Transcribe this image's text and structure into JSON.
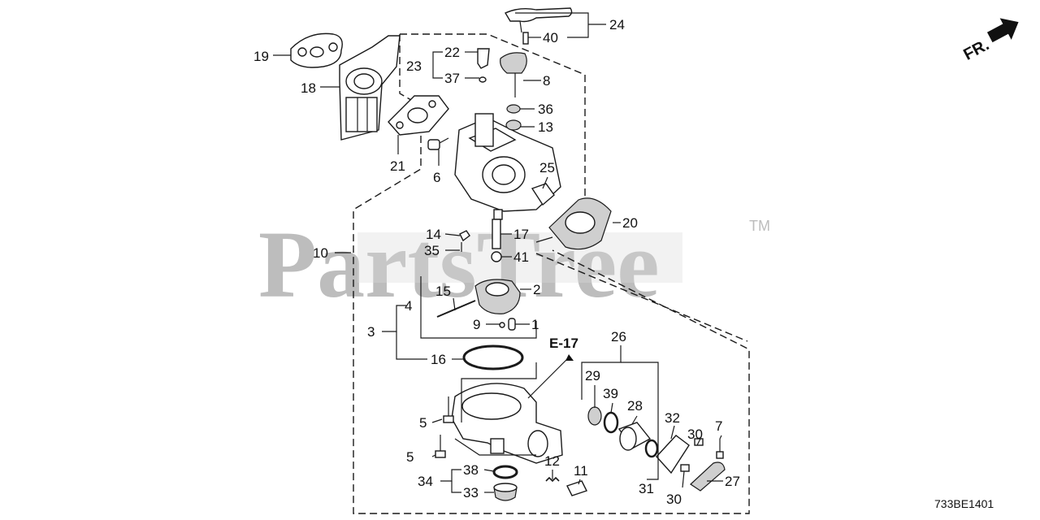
{
  "watermark": {
    "text": "PartsTree",
    "tm": "TM"
  },
  "fr_label": "FR.",
  "ref_label": "E-17",
  "catalog_code": "733BE1401",
  "callouts": {
    "c1": "1",
    "c2": "2",
    "c3": "3",
    "c4": "4",
    "c5a": "5",
    "c5b": "5",
    "c6": "6",
    "c7": "7",
    "c8": "8",
    "c9": "9",
    "c10": "10",
    "c11": "11",
    "c12": "12",
    "c13": "13",
    "c14": "14",
    "c15": "15",
    "c16": "16",
    "c17": "17",
    "c18": "18",
    "c19": "19",
    "c20": "20",
    "c21": "21",
    "c22": "22",
    "c23": "23",
    "c24": "24",
    "c25": "25",
    "c26": "26",
    "c27": "27",
    "c28": "28",
    "c29": "29",
    "c30a": "30",
    "c30b": "30",
    "c31": "31",
    "c32": "32",
    "c33": "33",
    "c34": "34",
    "c35": "35",
    "c36": "36",
    "c37": "37",
    "c38": "38",
    "c39": "39",
    "c40": "40",
    "c41": "41"
  }
}
